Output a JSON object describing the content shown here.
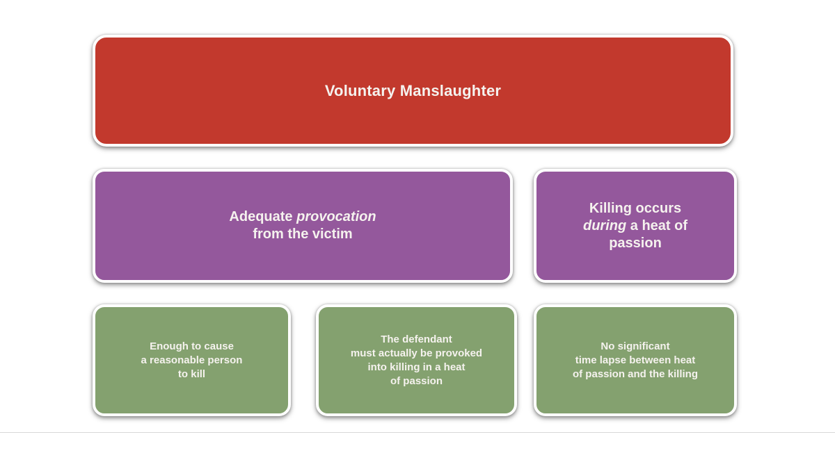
{
  "colors": {
    "title_box": "#C2392D",
    "condition_box": "#94589C",
    "detail_box": "#84A16F",
    "box_text": "#F5F2EE",
    "divider": "#D8D8D8",
    "background": "#FFFFFF"
  },
  "diagram": {
    "title_box": {
      "label": "Voluntary Manslaughter"
    },
    "condition_boxes": [
      {
        "name": "adequate-provocation",
        "line1_before_italic": "Adequate ",
        "line1_italic": "provocation",
        "line2": "from the victim"
      },
      {
        "name": "killing-during-heat-of-passion",
        "line1": "Killing occurs",
        "line2_italic": "during",
        "line2_after_italic": " a heat of",
        "line3": "passion"
      }
    ],
    "detail_boxes": [
      {
        "name": "reasonable-person",
        "lines": [
          "Enough to cause",
          "a reasonable person",
          "to kill"
        ]
      },
      {
        "name": "defendant-provoked",
        "lines": [
          "The defendant",
          "must actually be provoked",
          "into killing in a heat",
          "of passion"
        ]
      },
      {
        "name": "no-time-lapse",
        "lines": [
          "No significant",
          "time lapse between heat",
          "of passion and the killing"
        ]
      }
    ]
  }
}
